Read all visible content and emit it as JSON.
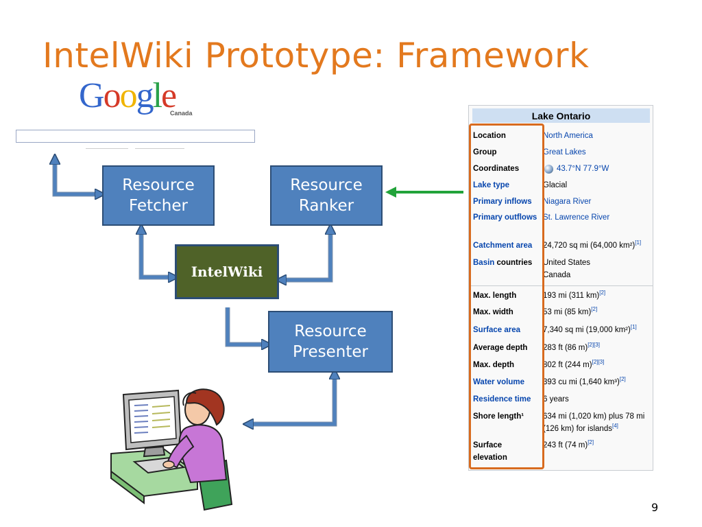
{
  "slide": {
    "title": "IntelWiki Prototype: Framework",
    "page_number": "9"
  },
  "google": {
    "logo_letters": [
      "G",
      "o",
      "o",
      "g",
      "l",
      "e"
    ],
    "logo_colors": [
      "#3366cc",
      "#d53a28",
      "#f0b400",
      "#3366cc",
      "#2aa14a",
      "#d53a28"
    ],
    "subtitle": "Canada"
  },
  "boxes": {
    "fetcher": [
      "Resource",
      "Fetcher"
    ],
    "ranker": [
      "Resource",
      "Ranker"
    ],
    "presenter": [
      "Resource",
      "Presenter"
    ],
    "center": "IntelWiki"
  },
  "colors": {
    "box_fill": "#4f81bd",
    "center_fill": "#4f6228",
    "arrow": "#4f81bd",
    "green_arrow": "#21a33a",
    "highlight": "#d86b1f",
    "title": "#e3791e"
  },
  "infobox": {
    "title": "Lake Ontario",
    "rows_top": [
      {
        "label": "Location",
        "value": "North America",
        "label_link": false,
        "value_link": true
      },
      {
        "label": "Group",
        "value": "Great Lakes",
        "label_link": false,
        "value_link": true
      },
      {
        "label": "Coordinates",
        "value": "43.7°N 77.9°W",
        "label_link": false,
        "value_link": true
      },
      {
        "label": "Lake type",
        "value": "Glacial",
        "label_link": true,
        "value_link": false
      },
      {
        "label": "Primary inflows",
        "value": "Niagara River",
        "label_link": true,
        "value_link": true
      },
      {
        "label": "Primary outflows",
        "value": "St. Lawrence River",
        "label_link": true,
        "value_link": true
      },
      {
        "label": "Catchment area",
        "value": "24,720 sq mi (64,000 km²)",
        "ref": "[1]",
        "label_link": true,
        "value_link": false
      },
      {
        "label": "Basin countries",
        "value": "United States\nCanada",
        "label_link": "partial",
        "value_link": false
      }
    ],
    "rows_bottom": [
      {
        "label": "Max. length",
        "value": "193 mi (311 km)",
        "ref": "[2]",
        "label_link": false
      },
      {
        "label": "Max. width",
        "value": "53 mi (85 km)",
        "ref": "[2]",
        "label_link": false
      },
      {
        "label": "Surface area",
        "value": "7,340 sq mi (19,000 km²)",
        "ref": "[1]",
        "label_link": true
      },
      {
        "label": "Average depth",
        "value": "283 ft (86 m)",
        "ref": "[2][3]",
        "label_link": false
      },
      {
        "label": "Max. depth",
        "value": "802 ft (244 m)",
        "ref": "[2][3]",
        "label_link": false
      },
      {
        "label": "Water volume",
        "value": "393 cu mi (1,640 km³)",
        "ref": "[2]",
        "label_link": true
      },
      {
        "label": "Residence time",
        "value": "6 years",
        "label_link": true
      },
      {
        "label": "Shore length¹",
        "value": "634 mi (1,020 km) plus 78 mi\n(126 km) for islands",
        "ref": "[4]",
        "label_link": false
      },
      {
        "label": "Surface elevation",
        "value": "243 ft (74 m)",
        "ref": "[2]",
        "label_link": false
      }
    ]
  }
}
